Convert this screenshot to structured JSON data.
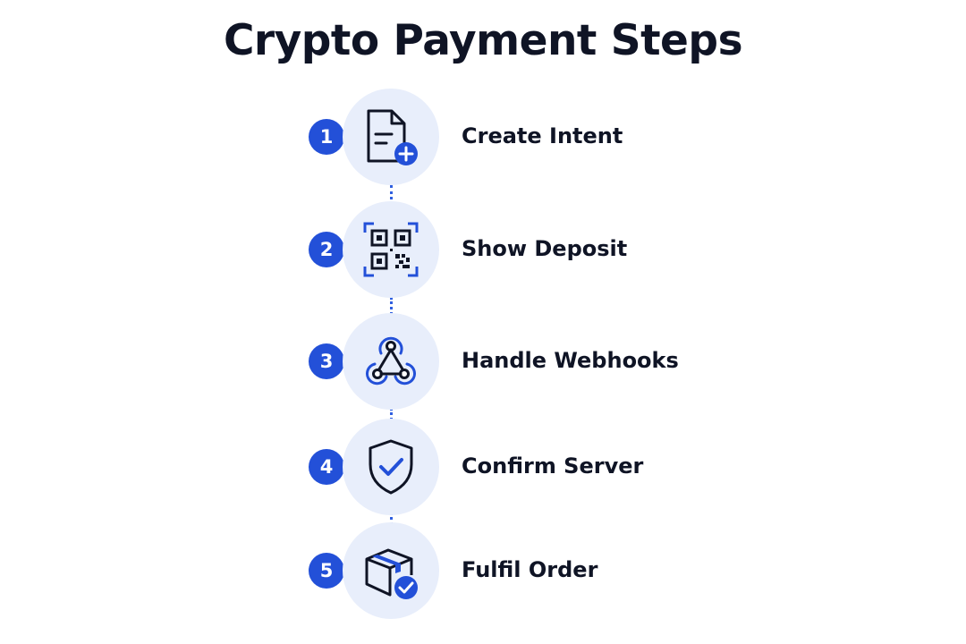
{
  "title": "Crypto Payment Steps",
  "colors": {
    "accent": "#2350d8",
    "circle_bg": "#e8eefb",
    "text": "#0f1425"
  },
  "steps": [
    {
      "number": "1",
      "label": "Create Intent",
      "icon": "document-plus-icon"
    },
    {
      "number": "2",
      "label": "Show Deposit",
      "icon": "qr-code-icon"
    },
    {
      "number": "3",
      "label": "Handle Webhooks",
      "icon": "webhook-icon"
    },
    {
      "number": "4",
      "label": "Confirm Server",
      "icon": "shield-check-icon"
    },
    {
      "number": "5",
      "label": "Fulfil Order",
      "icon": "package-check-icon"
    }
  ]
}
